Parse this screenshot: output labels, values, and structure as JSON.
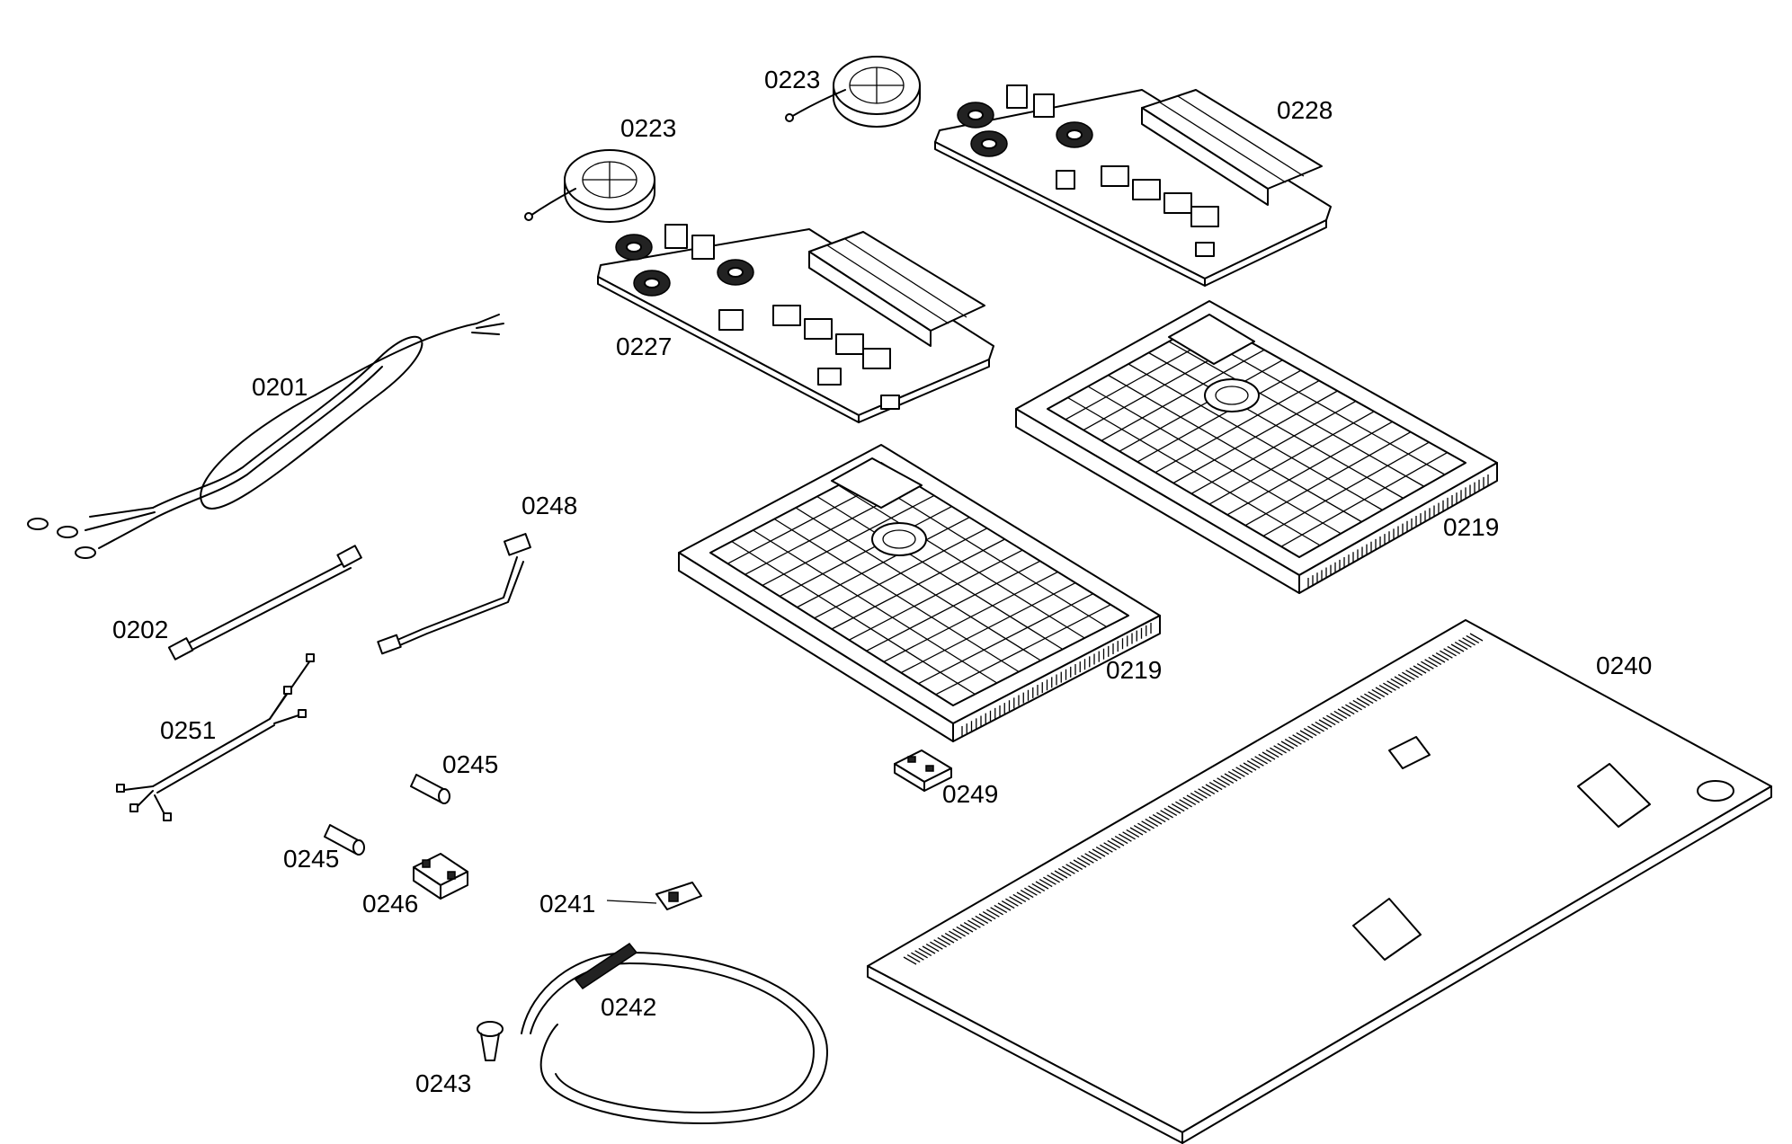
{
  "labels": {
    "p0201": "0201",
    "p0202": "0202",
    "p0219a": "0219",
    "p0219b": "0219",
    "p0223a": "0223",
    "p0223b": "0223",
    "p0227": "0227",
    "p0228": "0228",
    "p0240": "0240",
    "p0241": "0241",
    "p0242": "0242",
    "p0243": "0243",
    "p0245a": "0245",
    "p0245b": "0245",
    "p0246": "0246",
    "p0248": "0248",
    "p0249": "0249",
    "p0251": "0251"
  }
}
